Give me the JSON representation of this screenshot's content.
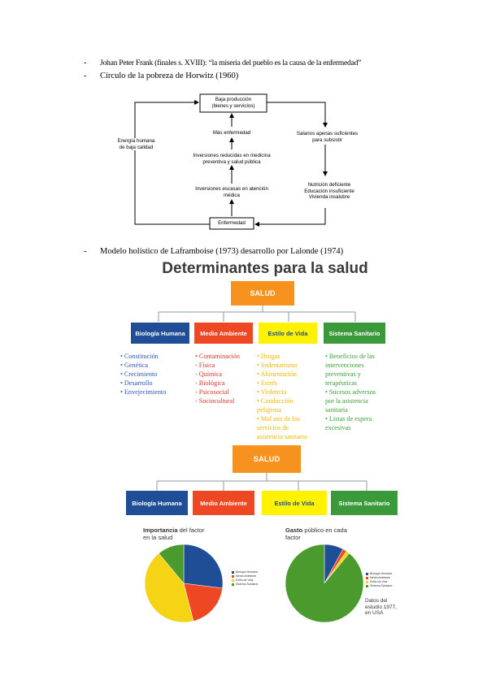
{
  "intro": {
    "line1_dash": "-",
    "line1": "Johan Peter Frank (finales s. XVIII): “la miseria del pueblo es la causa de la enfermedad”",
    "line2_dash": "-",
    "line2": "Círculo de la pobreza de Horwitz (1960)",
    "line3_dash": "-",
    "line3": "Modelo holístico de Laframboise (1973) desarrollo por Lalonde (1974)"
  },
  "horwitz": {
    "top": "Baja producción\n(bienes y servicios)",
    "mas_enfermedad": "Más enfermedad",
    "inversiones_medicina": "Inversiones reducidas en medicina\npreventiva y salud pública",
    "inversiones_atencion": "Inversiones escasas en atención\nmédica",
    "energia": "Energía humana\nde baja calidad",
    "salarios": "Salarios apenas suficientes\npara subsistir",
    "nutricion": "Nutrición deficiente\nEducación insuficiente\nVivienda insalubre",
    "enfermedad": "Enfermedad"
  },
  "determinantes": {
    "title": "Determinantes para la salud",
    "salud": "SALUD",
    "categories": [
      "Biología Humana",
      "Medio Ambiente",
      "Estilo de Vida",
      "Sistema Sanitario"
    ],
    "colors": {
      "blue": "#1f4e97",
      "red": "#ee4723",
      "yellow": "#fff200",
      "green": "#3a9a3a",
      "orange": "#f7921e"
    },
    "lists": {
      "biologia": [
        "•   Constitución",
        "•   Genética",
        "•   Crecimiento",
        "•   Desarrollo",
        "•   Envejecimiento"
      ],
      "medio": [
        "•   Contaminación",
        "- Física",
        "- Química",
        "- Biológica",
        "- Psicosocial",
        "- Sociocultural"
      ],
      "estilo": [
        "•   Drogas",
        "•   Sedentarismo",
        "•   Alimentación",
        "•   Estrés",
        "•   Violencia",
        "•   Conducción",
        "     peligrosa",
        "•   Mal uso de los",
        "     servicios de",
        "     asistencia sanitaria"
      ],
      "sistema": [
        "•   Beneficios de las",
        "     intervenciones",
        "     preventivas y",
        "     terapéuticas",
        "•   Sucesos adversos",
        "     por la asistencia",
        "     sanitaria",
        "•   Listas de espera",
        "     excesivas"
      ]
    }
  },
  "second": {
    "salud": "SALUD",
    "categories": [
      "Biología Humana",
      "Medio Ambiente",
      "Estilo de Vida",
      "Sistema Sanitario"
    ],
    "pie1_title_bold": "Importancia",
    "pie1_title_rest": " del factor",
    "pie1_title_line2": "en la salud",
    "pie2_title_bold": "Gasto",
    "pie2_title_rest": " público en cada",
    "pie2_title_line2": "factor",
    "legend": [
      "Biología Humana",
      "Medio Ambiente",
      "Estilo de Vida",
      "Sistema Sanitario"
    ],
    "note": "Datos del\nestudio 1977,\nen USA"
  },
  "chart_data": [
    {
      "type": "pie",
      "title": "Importancia del factor en la salud",
      "categories": [
        "Biología Humana",
        "Medio Ambiente",
        "Estilo de Vida",
        "Sistema Sanitario"
      ],
      "values": [
        27,
        19,
        43,
        11
      ],
      "colors": [
        "#1f4e97",
        "#ee4723",
        "#f5d315",
        "#4a9a2e"
      ]
    },
    {
      "type": "pie",
      "title": "Gasto público en cada factor",
      "categories": [
        "Biología Humana",
        "Medio Ambiente",
        "Estilo de Vida",
        "Sistema Sanitario"
      ],
      "values": [
        7.9,
        1.6,
        1.5,
        89
      ],
      "colors": [
        "#1f4e97",
        "#ee4723",
        "#f5d315",
        "#4a9a2e"
      ]
    }
  ]
}
